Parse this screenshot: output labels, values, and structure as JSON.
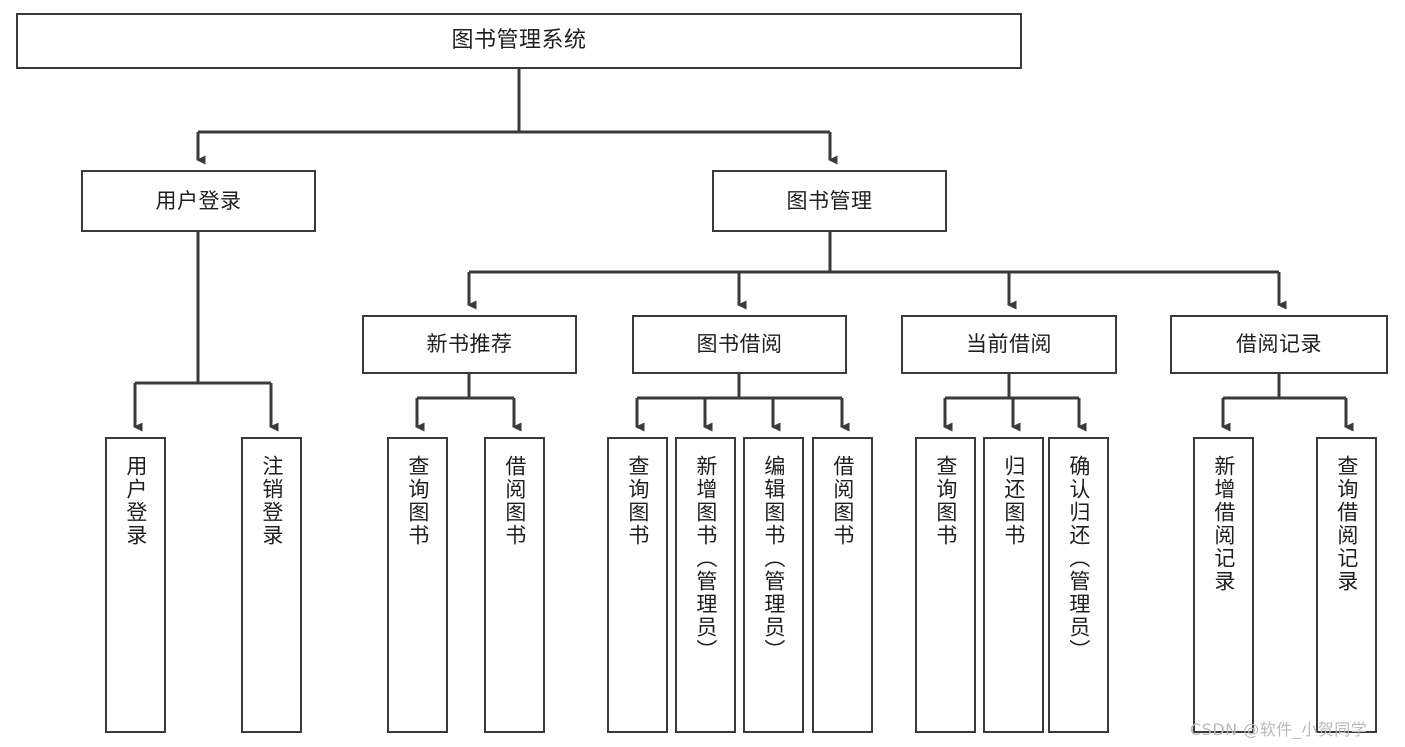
{
  "diagram": {
    "title": "图书管理系统",
    "type": "tree-hierarchy",
    "nodes": {
      "root": {
        "label": "图书管理系统"
      },
      "level2": [
        {
          "id": "user-login",
          "label": "用户登录"
        },
        {
          "id": "book-management",
          "label": "图书管理"
        }
      ],
      "level3": [
        {
          "id": "new-book-recommend",
          "label": "新书推荐"
        },
        {
          "id": "book-borrow",
          "label": "图书借阅"
        },
        {
          "id": "current-borrow",
          "label": "当前借阅"
        },
        {
          "id": "borrow-record",
          "label": "借阅记录"
        }
      ],
      "leaves": {
        "user_login": [
          {
            "id": "leaf-user-login",
            "label": "用户登录"
          },
          {
            "id": "leaf-logout-login",
            "label": "注销登录"
          }
        ],
        "new_book_recommend": [
          {
            "id": "leaf-query-book-1",
            "label": "查询图书"
          },
          {
            "id": "leaf-borrow-book-1",
            "label": "借阅图书"
          }
        ],
        "book_borrow": [
          {
            "id": "leaf-query-book-2",
            "label": "查询图书"
          },
          {
            "id": "leaf-add-book",
            "label": "新增图书（管理员）"
          },
          {
            "id": "leaf-edit-book",
            "label": "编辑图书（管理员）"
          },
          {
            "id": "leaf-borrow-book-2",
            "label": "借阅图书"
          }
        ],
        "current_borrow": [
          {
            "id": "leaf-query-book-3",
            "label": "查询图书"
          },
          {
            "id": "leaf-return-book",
            "label": "归还图书"
          },
          {
            "id": "leaf-confirm-return",
            "label": "确认归还（管理员）"
          }
        ],
        "borrow_record": [
          {
            "id": "leaf-add-record",
            "label": "新增借阅记录"
          },
          {
            "id": "leaf-query-record",
            "label": "查询借阅记录"
          }
        ]
      }
    },
    "colors": {
      "stroke": "#3a3a3a",
      "fill": "#ffffff",
      "text": "#1f1f1f",
      "watermark": "#b9b9b9"
    }
  },
  "watermark": {
    "text": "CSDN @软件_小贺同学"
  }
}
